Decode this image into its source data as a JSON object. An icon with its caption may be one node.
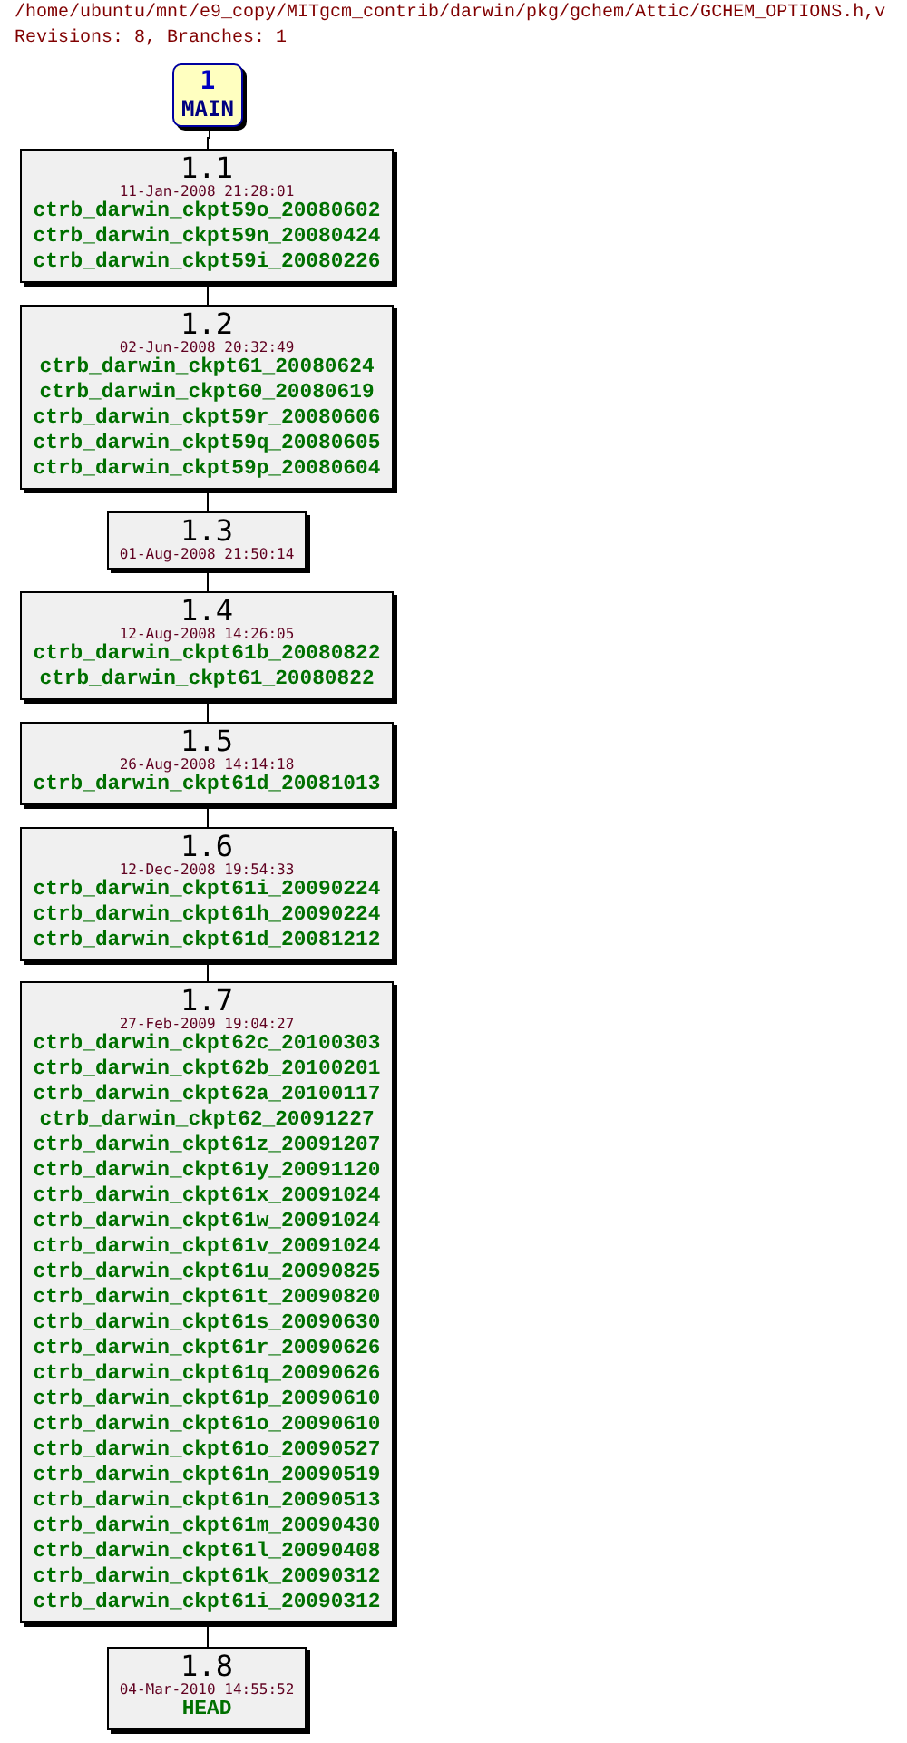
{
  "diagram": {
    "title": "/home/ubuntu/mnt/e9_copy/MITgcm_contrib/darwin/pkg/gchem/Attic/GCHEM_OPTIONS.h,v",
    "labels": [
      "Revisions: 8, Branches: 1"
    ],
    "nodes": [
      {
        "text": [
          "1",
          "MAIN"
        ]
      },
      {
        "text": [
          "1.1",
          "11-Jan-2008 21:28:01",
          "ctrb_darwin_ckpt59o_20080602",
          "ctrb_darwin_ckpt59n_20080424",
          "ctrb_darwin_ckpt59i_20080226"
        ]
      },
      {
        "text": [
          "1.2",
          "02-Jun-2008 20:32:49",
          "ctrb_darwin_ckpt61_20080624",
          "ctrb_darwin_ckpt60_20080619",
          "ctrb_darwin_ckpt59r_20080606",
          "ctrb_darwin_ckpt59q_20080605",
          "ctrb_darwin_ckpt59p_20080604"
        ]
      },
      {
        "text": [
          "1.3",
          "01-Aug-2008 21:50:14"
        ]
      },
      {
        "text": [
          "1.4",
          "12-Aug-2008 14:26:05",
          "ctrb_darwin_ckpt61b_20080822",
          "ctrb_darwin_ckpt61_20080822"
        ]
      },
      {
        "text": [
          "1.5",
          "26-Aug-2008 14:14:18",
          "ctrb_darwin_ckpt61d_20081013"
        ]
      },
      {
        "text": [
          "1.6",
          "12-Dec-2008 19:54:33",
          "ctrb_darwin_ckpt61i_20090224",
          "ctrb_darwin_ckpt61h_20090224",
          "ctrb_darwin_ckpt61d_20081212"
        ]
      },
      {
        "text": [
          "1.7",
          "27-Feb-2009 19:04:27",
          "ctrb_darwin_ckpt62c_20100303",
          "ctrb_darwin_ckpt62b_20100201",
          "ctrb_darwin_ckpt62a_20100117",
          "ctrb_darwin_ckpt62_20091227",
          "ctrb_darwin_ckpt61z_20091207",
          "ctrb_darwin_ckpt61y_20091120",
          "ctrb_darwin_ckpt61x_20091024",
          "ctrb_darwin_ckpt61w_20091024",
          "ctrb_darwin_ckpt61v_20091024",
          "ctrb_darwin_ckpt61u_20090825",
          "ctrb_darwin_ckpt61t_20090820",
          "ctrb_darwin_ckpt61s_20090630",
          "ctrb_darwin_ckpt61r_20090626",
          "ctrb_darwin_ckpt61q_20090626",
          "ctrb_darwin_ckpt61p_20090610",
          "ctrb_darwin_ckpt61o_20090610",
          "ctrb_darwin_ckpt61o_20090527",
          "ctrb_darwin_ckpt61n_20090519",
          "ctrb_darwin_ckpt61n_20090513",
          "ctrb_darwin_ckpt61m_20090430",
          "ctrb_darwin_ckpt61l_20090408",
          "ctrb_darwin_ckpt61k_20090312",
          "ctrb_darwin_ckpt61i_20090312"
        ]
      },
      {
        "text": [
          "1.8",
          "04-Mar-2010 14:55:52",
          "HEAD"
        ]
      }
    ],
    "edges": [
      {
        "from": 0,
        "to": 1,
        "arrow": "none"
      },
      {
        "from": 1,
        "to": 2,
        "arrow": "none"
      },
      {
        "from": 2,
        "to": 3,
        "arrow": "none"
      },
      {
        "from": 3,
        "to": 4,
        "arrow": "none"
      },
      {
        "from": 4,
        "to": 5,
        "arrow": "none"
      },
      {
        "from": 5,
        "to": 6,
        "arrow": "none"
      },
      {
        "from": 6,
        "to": 7,
        "arrow": "none"
      },
      {
        "from": 7,
        "to": 8,
        "arrow": "none"
      }
    ]
  }
}
